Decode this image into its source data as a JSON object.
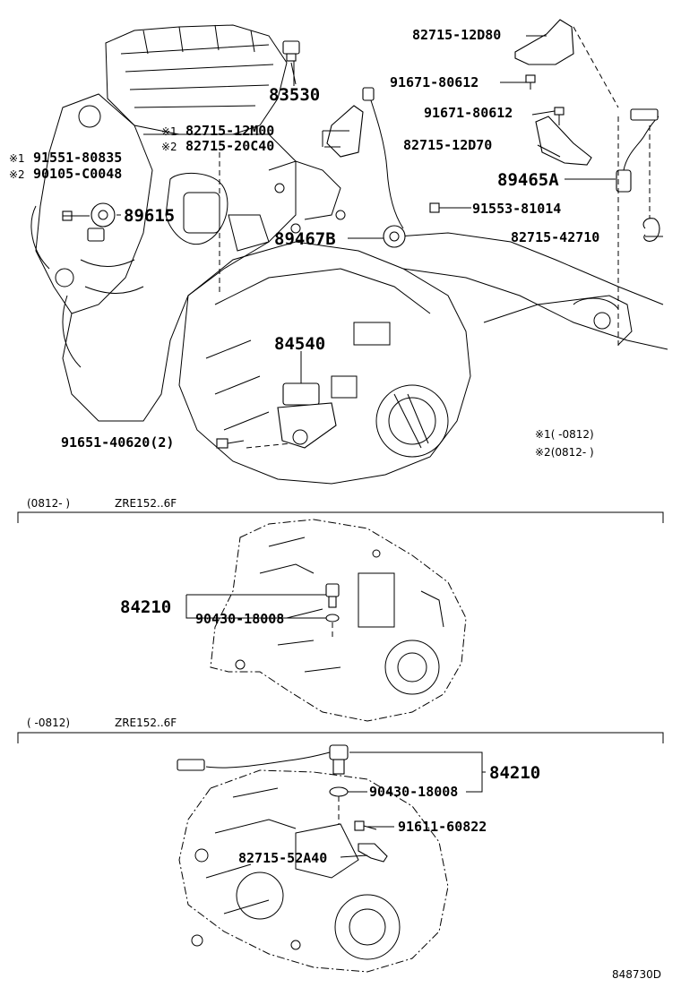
{
  "top": {
    "labels": {
      "p83530": "83530",
      "p82715_12D80": "82715-12D80",
      "p91671_a": "91671-80612",
      "p91671_b": "91671-80612",
      "p82715_12M00": "82715-12M00",
      "p82715_20C40": "82715-20C40",
      "p82715_12D70": "82715-12D70",
      "p91551": "91551-80835",
      "p90105": "90105-C0048",
      "p89615": "89615",
      "p89465A": "89465A",
      "p91553": "91553-81014",
      "p89467B": "89467B",
      "p82715_42710": "82715-42710",
      "p84540": "84540",
      "p91651": "91651-40620(2)"
    },
    "marks": {
      "m1": "※1",
      "m2": "※2"
    },
    "notes": {
      "n1": "※1(   -0812)",
      "n2": "※2(0812-   )"
    }
  },
  "section2": {
    "caption_date": "(0812-     )",
    "caption_model": "ZRE152..6F",
    "labels": {
      "p84210": "84210",
      "p90430": "90430-18008"
    }
  },
  "section3": {
    "caption_date": "(     -0812)",
    "caption_model": "ZRE152..6F",
    "labels": {
      "p84210": "84210",
      "p90430": "90430-18008",
      "p91611": "91611-60822",
      "p82715_52A40": "82715-52A40"
    }
  },
  "footer": {
    "code": "848730D"
  }
}
